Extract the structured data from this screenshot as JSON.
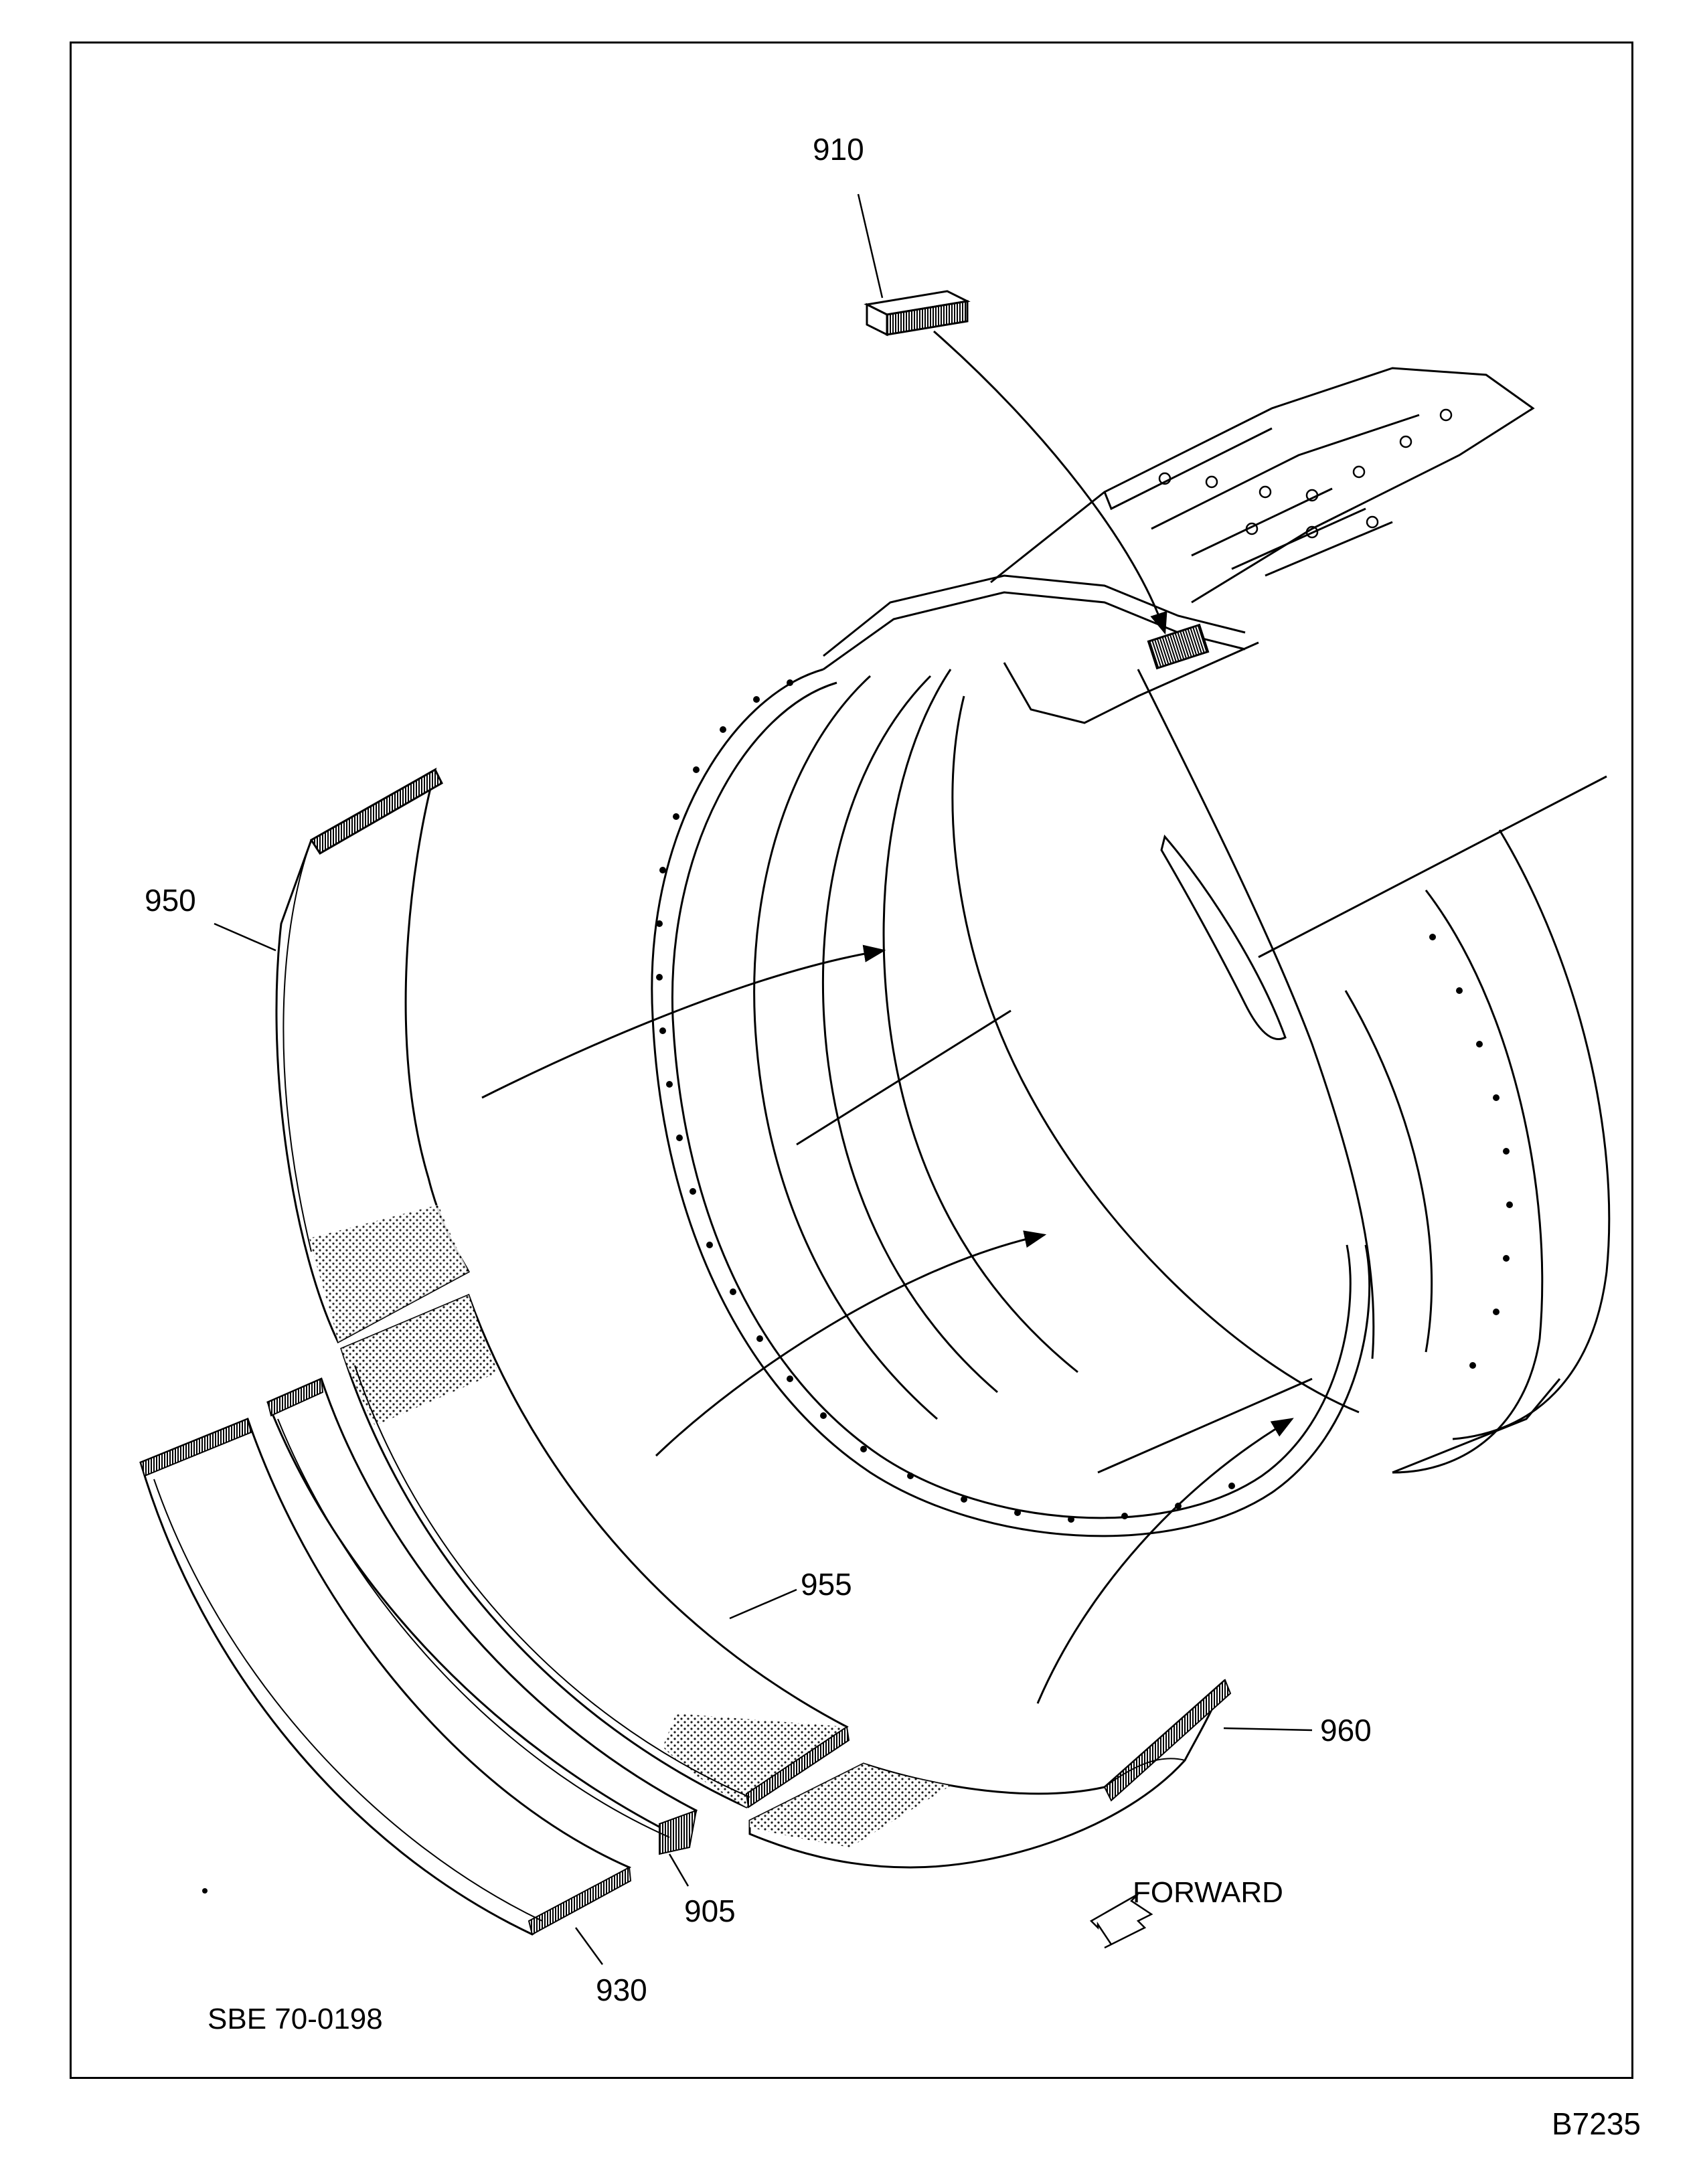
{
  "callouts": {
    "c910": "910",
    "c950": "950",
    "c955": "955",
    "c960": "960",
    "c905": "905",
    "c930": "930"
  },
  "direction_label": "FORWARD",
  "reference": "SBE 70-0198",
  "figure_id": "B7235"
}
